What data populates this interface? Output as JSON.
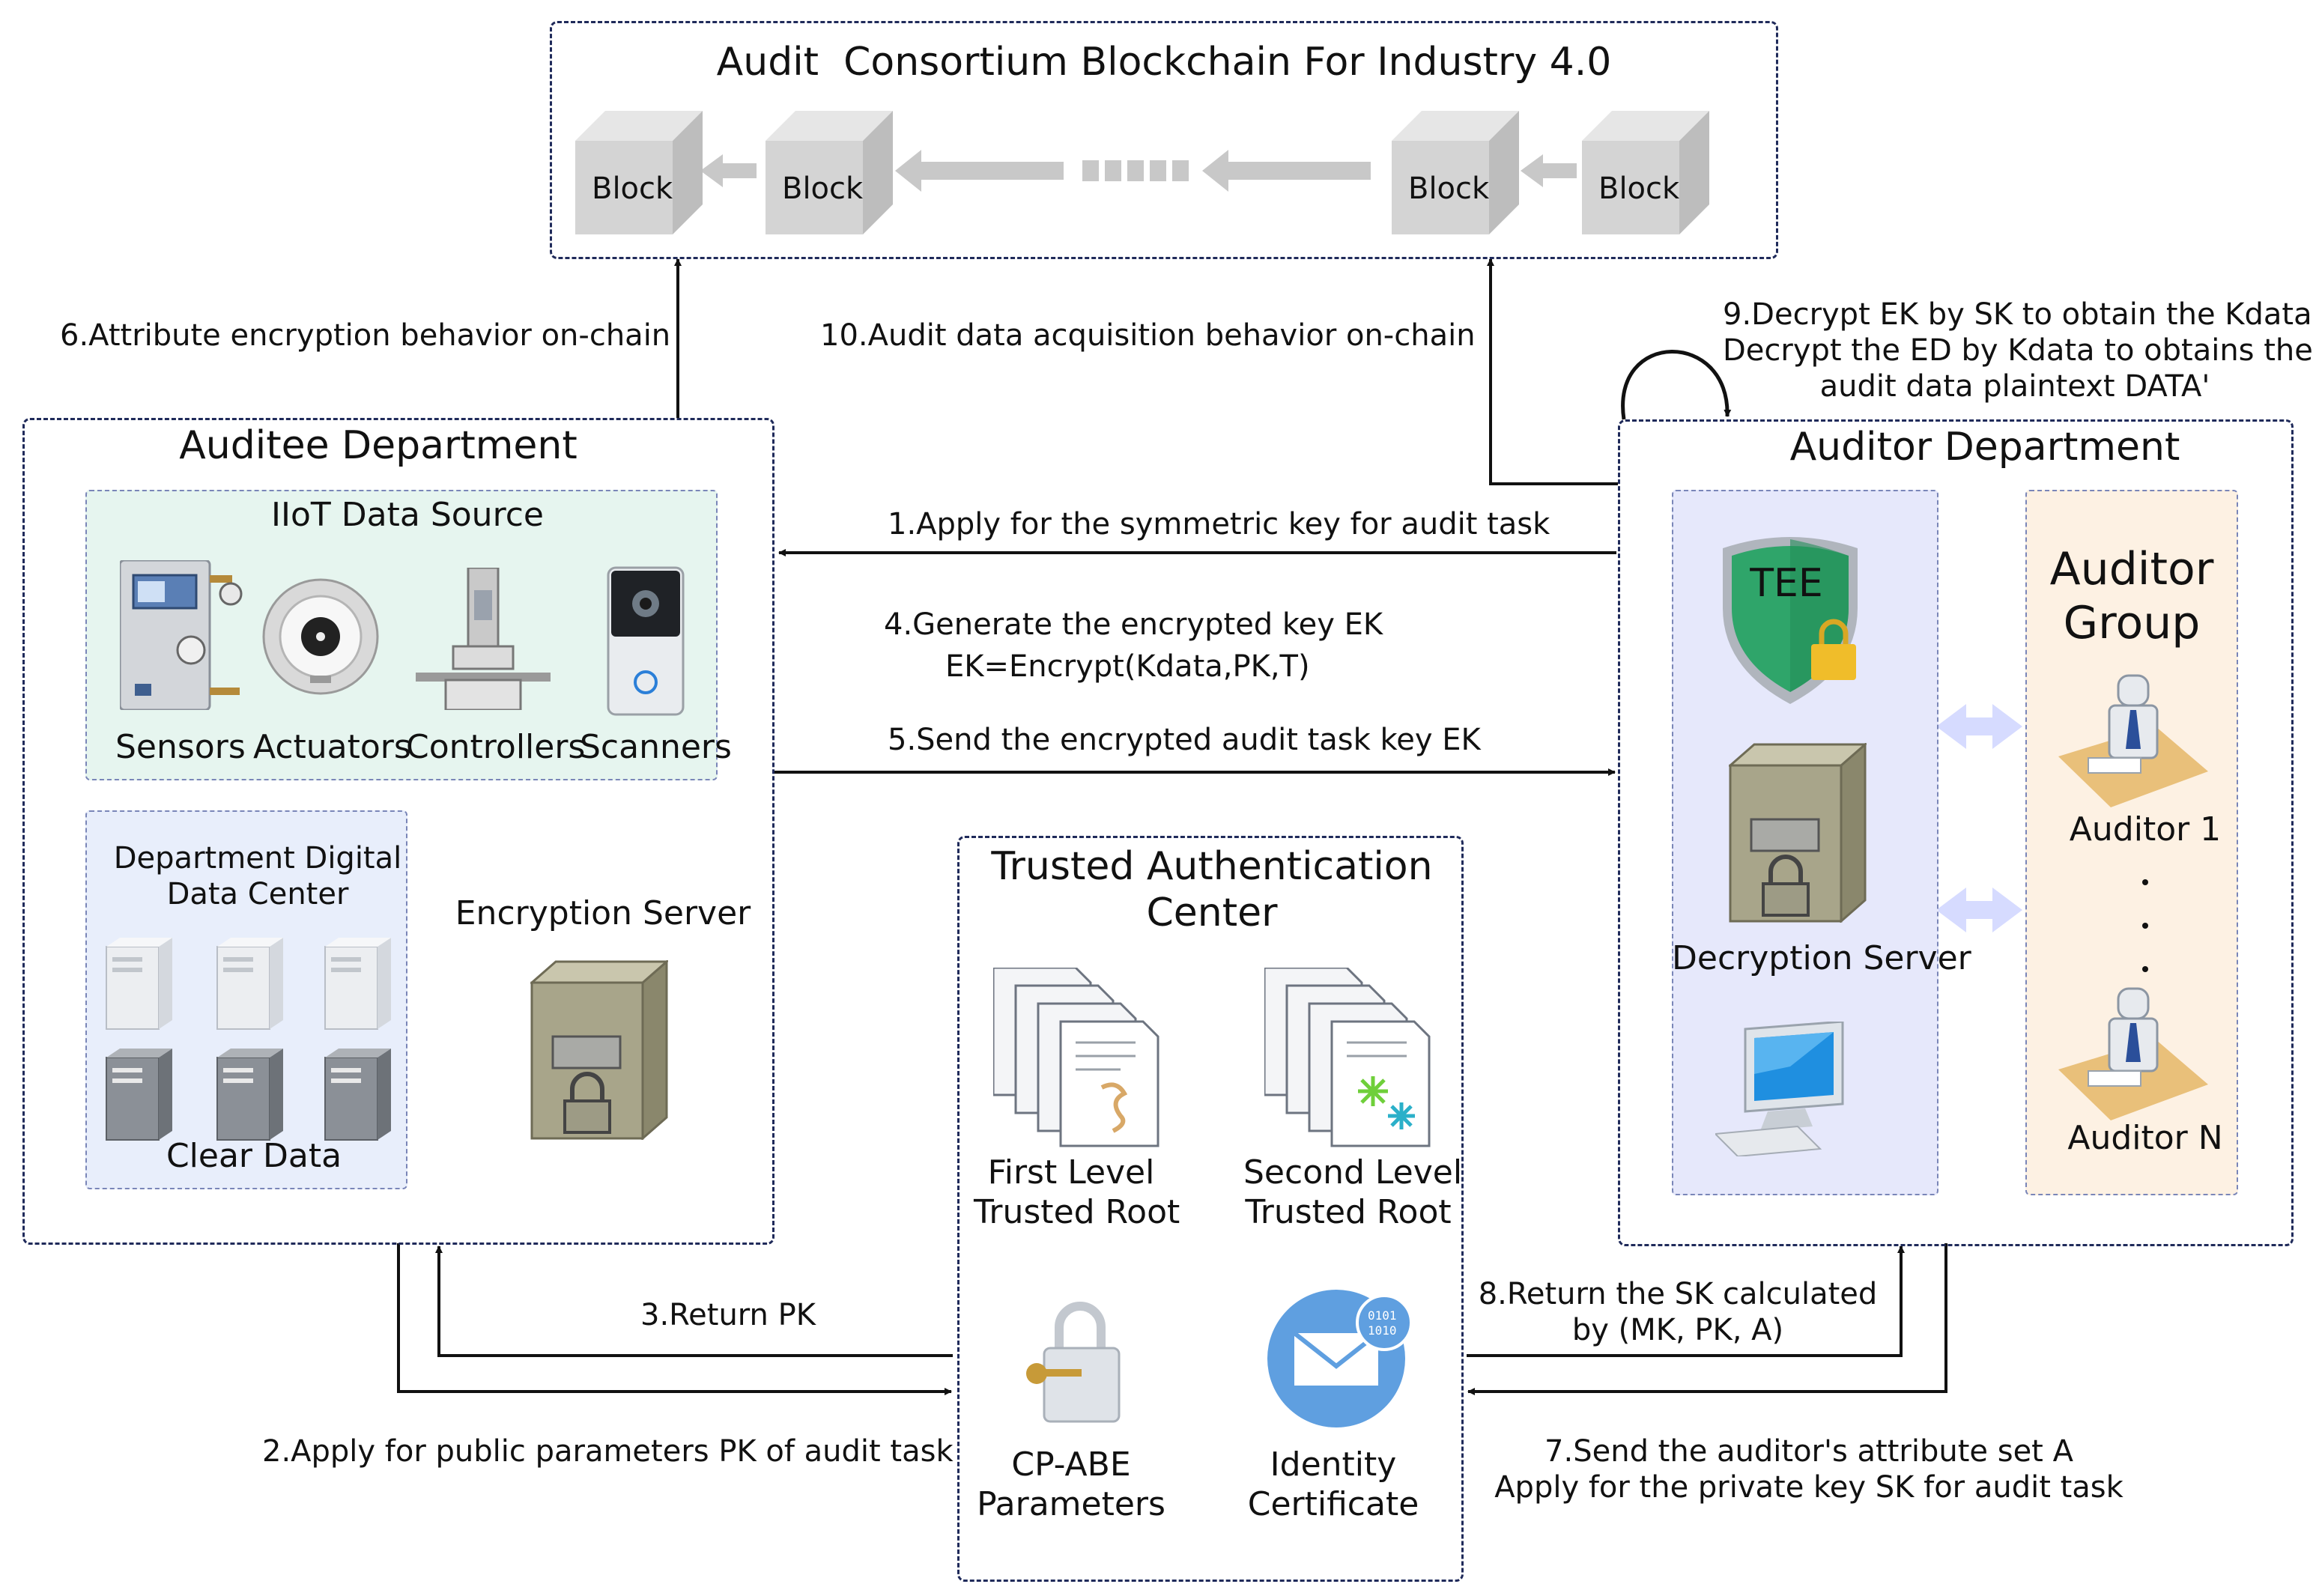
{
  "blockchain": {
    "title": "Audit  Consortium Blockchain For Industry 4.0",
    "blocks": [
      "Block",
      "Block",
      "Block",
      "Block"
    ]
  },
  "auditee": {
    "title": "Auditee Department",
    "iiot": {
      "title": "IIoT Data Source",
      "devices": [
        "Sensors",
        "Actuators",
        "Controllers",
        "Scanners"
      ]
    },
    "datacenter": {
      "title_line1": "Department Digital",
      "title_line2": "Data Center",
      "footer": "Clear Data"
    },
    "encryption_server": "Encryption Server"
  },
  "auditor": {
    "title": "Auditor Department",
    "tee": "TEE",
    "decryption_server": "Decryption Server",
    "group": {
      "title_line1": "Auditor",
      "title_line2": "Group",
      "first": "Auditor 1",
      "last": "Auditor N"
    }
  },
  "tac": {
    "title_line1": "Trusted Authentication",
    "title_line2": "Center",
    "first_root_line1": "First Level",
    "first_root_line2": "Trusted Root",
    "second_root_line1": "Second Level",
    "second_root_line2": "Trusted Root",
    "cpabe_line1": "CP-ABE",
    "cpabe_line2": "Parameters",
    "identity_line1": "Identity",
    "identity_line2": "Certificate"
  },
  "steps": {
    "s1": "1.Apply for the symmetric key for audit task",
    "s2": "2.Apply for public parameters PK of audit task",
    "s3": "3.Return PK",
    "s4_line1": "4.Generate the encrypted key EK",
    "s4_line2": "EK=Encrypt(Kdata,PK,T)",
    "s5": "5.Send the encrypted audit task key EK",
    "s6": "6.Attribute encryption behavior on-chain",
    "s7_line1": "7.Send the auditor's attribute set A",
    "s7_line2": "Apply for the private key SK for audit task",
    "s8_line1": "8.Return the SK calculated",
    "s8_line2": "by (MK, PK, A)",
    "s9_line1": "9.Decrypt EK by SK to obtain the Kdata",
    "s9_line2": "Decrypt the ED by Kdata to obtains the",
    "s9_line3": "audit data plaintext DATA'",
    "s10": "10.Audit data acquisition behavior on-chain"
  },
  "colors": {
    "frame": "#1f2a5a",
    "iiot_bg": "#e6f5ef",
    "datacenter_bg": "#e8eefb",
    "tee_panel_bg": "#e6e8fb",
    "group_panel_bg": "#fdf1e3",
    "block_gray": "#d4d4d4",
    "tee_green": "#2fa56a",
    "lock_gold": "#f0bd2a",
    "server_olive": "#a8a58a",
    "bidir_arrow": "#d6dbff"
  }
}
